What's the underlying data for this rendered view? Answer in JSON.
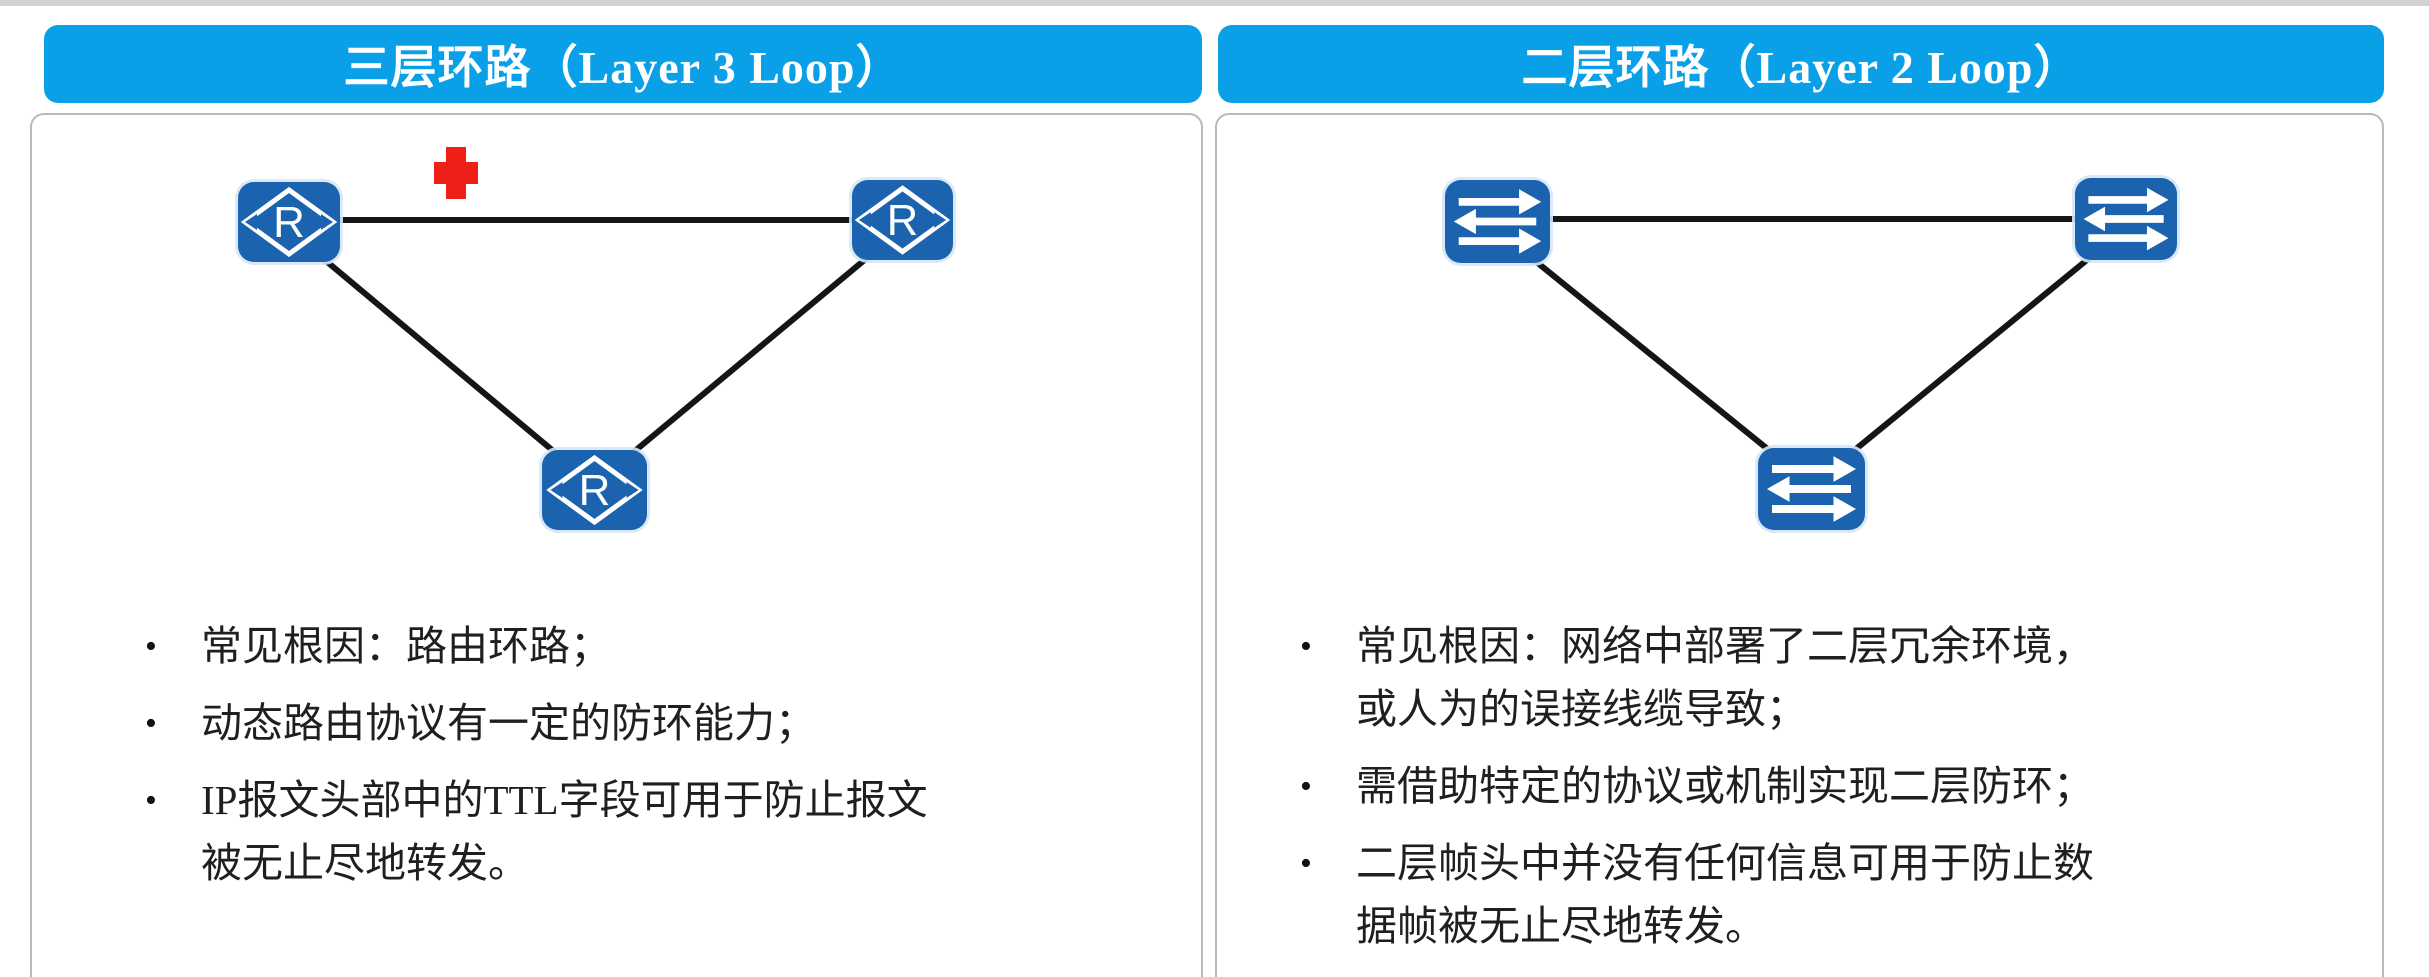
{
  "ui": {
    "bullet_marker": "•"
  },
  "colors": {
    "header_bg": "#0aa0e8",
    "header_text": "#ffffff",
    "device_blue": "#1b63ae",
    "link_line": "#151515",
    "blocked_cross_red": "#ee1f16",
    "panel_border": "#b9b9b9",
    "body_text": "#1f1f1f"
  },
  "icons": {
    "router": "router-icon (blue rounded square, white diamond outline with letter R)",
    "switch": "switch-icon (blue rounded square, three white horizontal arrows right/left/right)",
    "blocked": "blocked-cross-icon (red plus on the blocked link)"
  },
  "panels": [
    {
      "title": "三层环路（Layer 3 Loop）",
      "device_type": "router",
      "router_label": "R",
      "bullets": [
        {
          "lines": [
            "常见根因：路由环路；"
          ]
        },
        {
          "lines": [
            "动态路由协议有一定的防环能力；"
          ]
        },
        {
          "lines": [
            "IP报文头部中的TTL字段可用于防止报文",
            "被无止尽地转发。"
          ]
        }
      ]
    },
    {
      "title": "二层环路（Layer 2 Loop）",
      "device_type": "switch",
      "bullets": [
        {
          "lines": [
            "常见根因：网络中部署了二层冗余环境，",
            "或人为的误接线缆导致；"
          ]
        },
        {
          "lines": [
            "需借助特定的协议或机制实现二层防环；"
          ]
        },
        {
          "lines": [
            "二层帧头中并没有任何信息可用于防止数",
            "据帧被无止尽地转发。"
          ]
        }
      ]
    }
  ]
}
